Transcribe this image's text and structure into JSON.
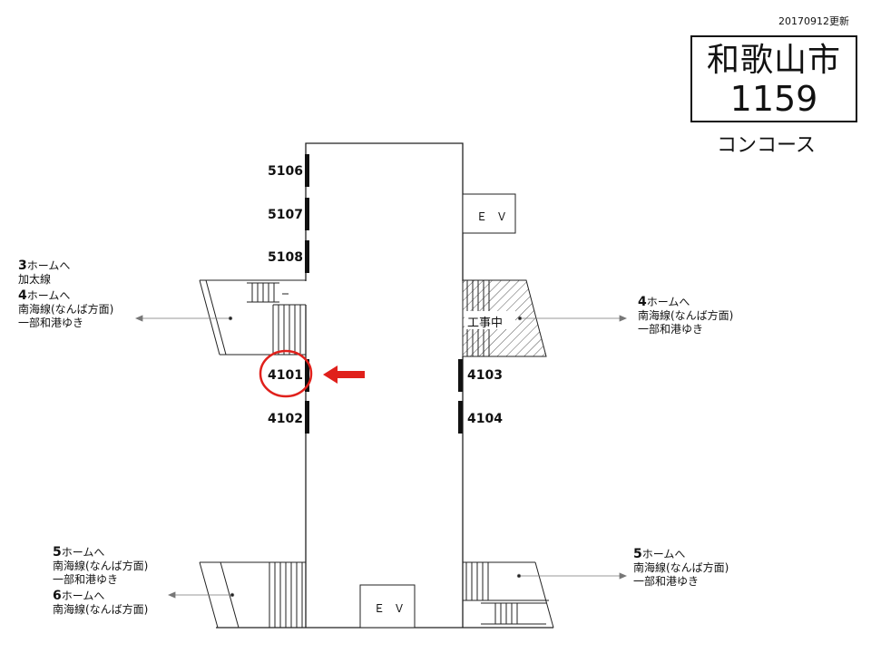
{
  "header": {
    "updated": "20170912更新",
    "station": "和歌山市",
    "code": "1159",
    "area": "コンコース"
  },
  "locations": {
    "left_top": [
      "5106",
      "5107",
      "5108"
    ],
    "left_bottom": [
      "4101",
      "4102"
    ],
    "right": [
      "4103",
      "4104"
    ]
  },
  "highlight": {
    "location": "4101",
    "color": "#e0201b"
  },
  "elevator_label": "ＥＶ",
  "construction_label": "工事中",
  "signs": {
    "left_upper": {
      "home3_num": "3",
      "home3_text": "ホームへ",
      "home3_line": "加太線",
      "home4_num": "4",
      "home4_text": "ホームへ",
      "home4_line1": "南海線(なんば方面)",
      "home4_line2": "一部和港ゆき"
    },
    "right_upper": {
      "home4_num": "4",
      "home4_text": "ホームへ",
      "line1": "南海線(なんば方面)",
      "line2": "一部和港ゆき"
    },
    "left_lower": {
      "home5_num": "5",
      "home5_text": "ホームへ",
      "home5_line1": "南海線(なんば方面)",
      "home5_line2": "一部和港ゆき",
      "home6_num": "6",
      "home6_text": "ホームへ",
      "home6_line": "南海線(なんば方面)"
    },
    "right_lower": {
      "home5_num": "5",
      "home5_text": "ホームへ",
      "line1": "南海線(なんば方面)",
      "line2": "一部和港ゆき"
    }
  }
}
